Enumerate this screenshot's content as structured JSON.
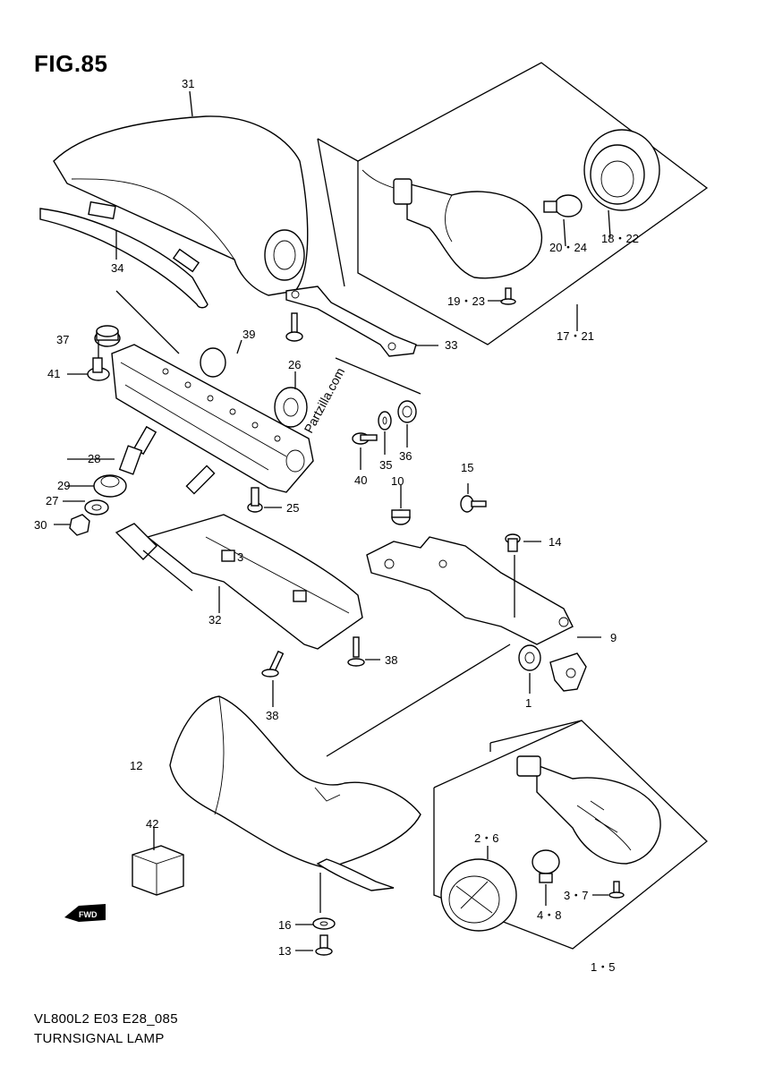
{
  "figure": {
    "title": "FIG.85",
    "code": "VL800L2 E03 E28_085",
    "subtitle": "TURNSIGNAL LAMP",
    "watermark": "Partzilla.com",
    "front_arrow_text": "FWD"
  },
  "callouts": {
    "c31": "31",
    "c34": "34",
    "c37": "37",
    "c39": "39",
    "c41": "41",
    "c26": "26",
    "c33": "33",
    "c28": "28",
    "c29": "29",
    "c27": "27",
    "c30": "30",
    "c25": "25",
    "c3": "3",
    "c32": "32",
    "c38a": "38",
    "c38b": "38",
    "c40": "40",
    "c35": "35",
    "c36": "36",
    "c10": "10",
    "c15": "15",
    "c14": "14",
    "c9": "9",
    "c1": "1",
    "c12": "12",
    "c42": "42",
    "c16": "16",
    "c13": "13",
    "c18_22": "18・22",
    "c20_24": "20・24",
    "c19_23": "19・23",
    "c17_21": "17・21",
    "c2_6": "2・6",
    "c3_7": "3・7",
    "c4_8": "4・8",
    "c1_5": "1・5"
  }
}
